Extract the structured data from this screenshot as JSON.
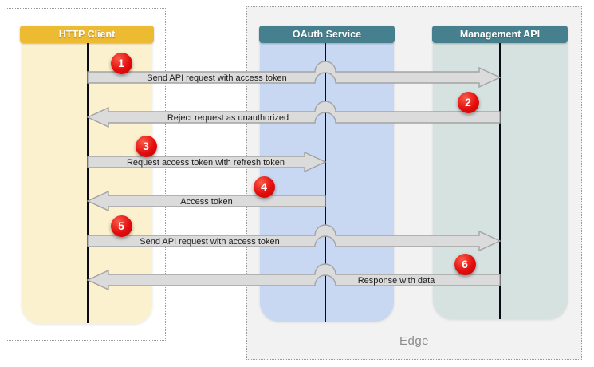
{
  "diagram": {
    "actors": [
      {
        "id": "http-client",
        "label": "HTTP Client"
      },
      {
        "id": "oauth-service",
        "label": "OAuth Service"
      },
      {
        "id": "management-api",
        "label": "Management API"
      }
    ],
    "zone_label": "Edge",
    "messages": [
      {
        "step": "1",
        "label": "Send API request with access token",
        "from": "http-client",
        "to": "management-api"
      },
      {
        "step": "2",
        "label": "Reject request as unauthorized",
        "from": "management-api",
        "to": "http-client"
      },
      {
        "step": "3",
        "label": "Request access token with refresh token",
        "from": "http-client",
        "to": "oauth-service"
      },
      {
        "step": "4",
        "label": "Access token",
        "from": "oauth-service",
        "to": "http-client"
      },
      {
        "step": "5",
        "label": "Send API request with access token",
        "from": "http-client",
        "to": "management-api"
      },
      {
        "step": "6",
        "label": "Response with data",
        "from": "management-api",
        "to": "http-client"
      }
    ],
    "colors": {
      "client_header": "#EDBB31",
      "client_lane": "#FCF1CE",
      "service_header": "#46808E",
      "oauth_lane": "#C8D8F2",
      "management_lane": "#D6E2E0",
      "arrow_fill": "#DBDBDB",
      "arrow_stroke": "#A3A3A3",
      "badge": "#E30D0D"
    }
  }
}
